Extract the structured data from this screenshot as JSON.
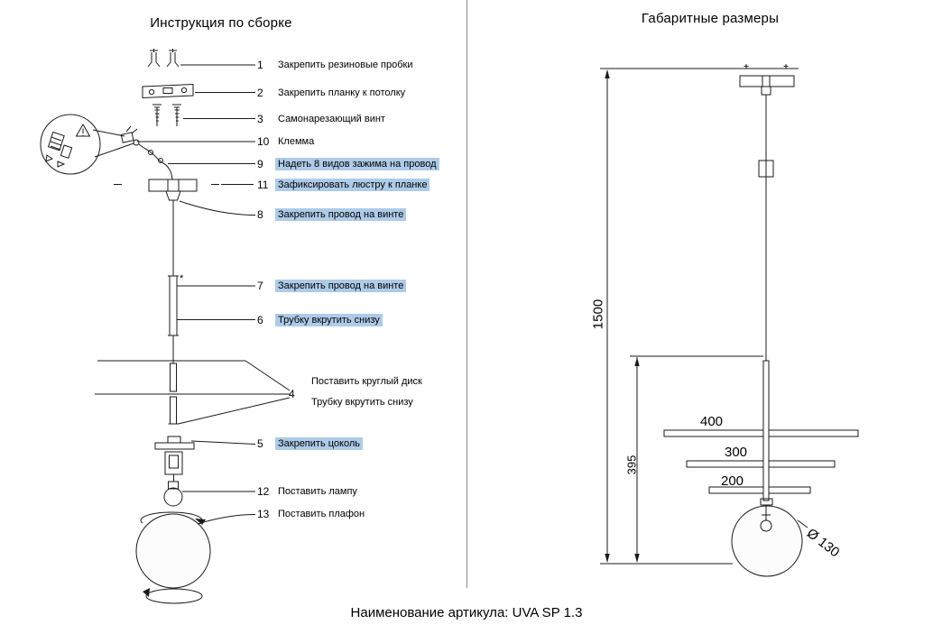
{
  "colors": {
    "highlight": "#aecbe8",
    "line": "#1a1a1a"
  },
  "footer": {
    "article_label": "Наименование артикула: UVA SP 1.3"
  },
  "left_panel": {
    "title": "Инструкция по сборке",
    "tube_mark": "*",
    "steps": [
      {
        "num": "1",
        "text": "Закрепить резиновые пробки",
        "highlighted": false
      },
      {
        "num": "2",
        "text": "Закрепить планку к потолку",
        "highlighted": false
      },
      {
        "num": "3",
        "text": "Самонарезающий винт",
        "highlighted": false
      },
      {
        "num": "10",
        "text": "Клемма",
        "highlighted": false
      },
      {
        "num": "9",
        "text": "Надеть 8 видов зажима на провод",
        "highlighted": true
      },
      {
        "num": "11",
        "text": "Зафиксировать люстру к планке",
        "highlighted": true
      },
      {
        "num": "8",
        "text": "Закрепить провод на винте",
        "highlighted": true
      },
      {
        "num": "7",
        "text": "Закрепить провод на винте",
        "highlighted": true
      },
      {
        "num": "6",
        "text": "Трубку вкрутить снизу",
        "highlighted": true
      },
      {
        "num": "4",
        "text": "Поставить круглый диск",
        "text2": "Трубку вкрутить снизу",
        "highlighted": false
      },
      {
        "num": "5",
        "text": "Закрепить цоколь",
        "highlighted": true
      },
      {
        "num": "12",
        "text": "Поставить лампу",
        "highlighted": false
      },
      {
        "num": "13",
        "text": "Поставить плафон",
        "highlighted": false
      }
    ]
  },
  "right_panel": {
    "title": "Габаритные размеры",
    "dimensions": {
      "overall_height": "1500",
      "lower_height": "395",
      "disc_large": "400",
      "disc_medium": "300",
      "disc_small": "200",
      "globe_diameter": "Ø 130"
    }
  }
}
